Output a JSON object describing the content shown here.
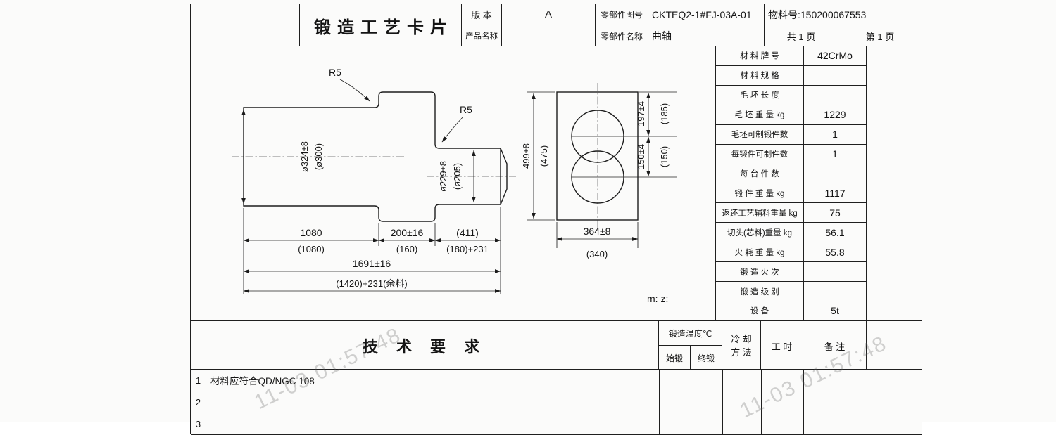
{
  "header": {
    "title": "锻造工艺卡片",
    "version_label": "版 本",
    "version_value": "A",
    "part_drawing_label": "零部件图号",
    "part_drawing_value": "CKTEQ2-1#FJ-03A-01",
    "material_no": "物料号:150200067553",
    "product_name_label": "产品名称",
    "product_name_value": "–",
    "part_name_label": "零部件名称",
    "part_name_value": "曲轴",
    "total_pages": "共 1 页",
    "page_no": "第 1 页"
  },
  "material_table": {
    "rows": [
      {
        "label": "材 料 牌 号",
        "value": "42CrMo"
      },
      {
        "label": "材 料 规 格",
        "value": ""
      },
      {
        "label": "毛 坯 长 度",
        "value": ""
      },
      {
        "label": "毛 坯 重 量 kg",
        "value": "1229"
      },
      {
        "label": "毛坯可制锻件数",
        "value": "1"
      },
      {
        "label": "每锻件可制件数",
        "value": "1"
      },
      {
        "label": "每 台 件 数",
        "value": ""
      },
      {
        "label": "锻 件 重 量 kg",
        "value": "1117"
      },
      {
        "label": "返还工艺辅料重量 kg",
        "value": "75"
      },
      {
        "label": "切头(芯料)重量 kg",
        "value": "56.1"
      },
      {
        "label": "火 耗 重 量 kg",
        "value": "55.8"
      },
      {
        "label": "锻 造 火 次",
        "value": ""
      },
      {
        "label": "锻 造 级 别",
        "value": ""
      },
      {
        "label": "设  备",
        "value": "5t"
      }
    ]
  },
  "drawing": {
    "fillet_1": "R5",
    "fillet_2": "R5",
    "dia_left": "ø324±8",
    "dia_left_paren": "(ø300)",
    "dia_right": "ø229±8",
    "dia_right_paren": "(ø205)",
    "len_1": "1080",
    "len_1_paren": "(1080)",
    "len_2": "200±16",
    "len_2_paren": "(160)",
    "len_3": "(411)",
    "len_3_paren": "(180)+231",
    "len_total": "1691±16",
    "len_total_paren": "(1420)+231(余料)",
    "end_height": "499±8",
    "end_height_paren": "(475)",
    "end_dim_top": "197±4",
    "end_dim_top_paren": "(185)",
    "end_dim_bottom": "150±4",
    "end_dim_bottom_paren": "(150)",
    "end_width": "364±8",
    "end_width_paren": "(340)",
    "note": "m:  z:"
  },
  "tech_req": {
    "title": "技 术 要 求",
    "temp_header": "锻造温度℃",
    "start_forge": "始锻",
    "end_forge": "终锻",
    "cooling_line1": "冷 却",
    "cooling_line2": "方 法",
    "work_hours": "工 时",
    "remarks": "备 注",
    "rows": [
      {
        "no": "1",
        "text": "材料应符合QD/NGC 108"
      },
      {
        "no": "2",
        "text": ""
      },
      {
        "no": "3",
        "text": ""
      }
    ]
  },
  "watermark": "11-03 01:57:48"
}
